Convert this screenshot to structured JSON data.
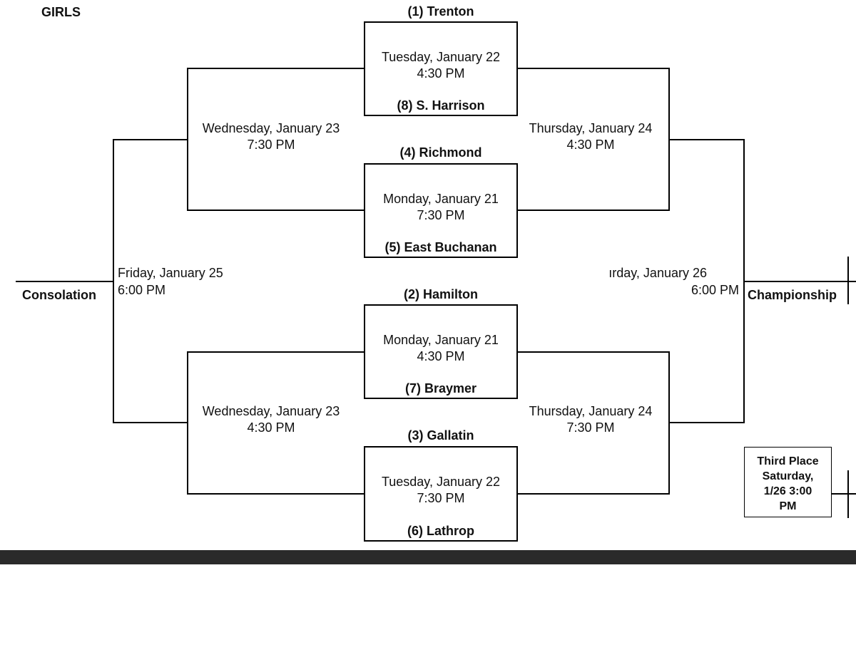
{
  "header": {
    "title": "GIRLS"
  },
  "games": {
    "g1": {
      "date": "Tuesday, January 22",
      "time": "4:30 PM",
      "top": "(1)  Trenton",
      "bottom": "(8)  S. Harrison"
    },
    "g2": {
      "date": "Monday, January 21",
      "time": "7:30 PM",
      "top": "(4)  Richmond",
      "bottom": "(5)  East Buchanan"
    },
    "g3": {
      "date": "Monday, January 21",
      "time": "4:30 PM",
      "top": "(2) Hamilton",
      "bottom": "(7) Braymer"
    },
    "g4": {
      "date": "Tuesday, January 22",
      "time": "7:30 PM",
      "top": "(3)  Gallatin",
      "bottom": "(6) Lathrop"
    }
  },
  "semis_left": {
    "upper": {
      "date": "Wednesday, January 23",
      "time": "7:30 PM"
    },
    "lower": {
      "date": "Wednesday, January 23",
      "time": "4:30 PM"
    }
  },
  "semis_right": {
    "upper": {
      "date": "Thursday, January 24",
      "time": "4:30 PM"
    },
    "lower": {
      "date": "Thursday, January 24",
      "time": "7:30 PM"
    }
  },
  "consolation": {
    "date": "Friday, January 25",
    "time": "6:00 PM",
    "label": "Consolation"
  },
  "championship": {
    "date": "ırday, January 26",
    "time": "6:00 PM",
    "label": "Championship"
  },
  "third_place": {
    "line1": "Third Place",
    "line2": "Saturday,",
    "line3": "1/26  3:00",
    "line4": "PM"
  },
  "colors": {
    "lines": "#000000",
    "bottom_bar": "#2a2a2a",
    "background": "#ffffff"
  }
}
